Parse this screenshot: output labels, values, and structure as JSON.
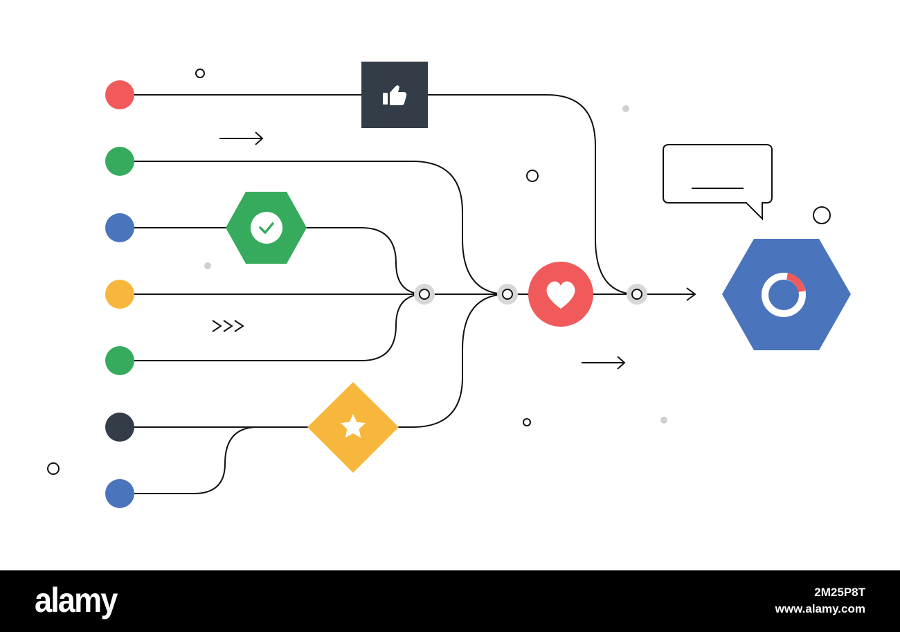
{
  "diagram": {
    "inputs": [
      {
        "color": "#f05a5a"
      },
      {
        "color": "#36ab5e"
      },
      {
        "color": "#4a74bb"
      },
      {
        "color": "#f6b73c"
      },
      {
        "color": "#36ab5e"
      },
      {
        "color": "#333d47"
      },
      {
        "color": "#4a74bb"
      }
    ],
    "nodes": {
      "thumbs_up": {
        "icon": "thumbs-up-icon",
        "color": "#333d47"
      },
      "check": {
        "icon": "check-icon",
        "color": "#36ab5e"
      },
      "star": {
        "icon": "star-icon",
        "color": "#f6b73c"
      },
      "heart": {
        "icon": "heart-icon",
        "color": "#f05a5a"
      },
      "donut": {
        "icon": "donut-chart-icon",
        "color": "#4a74bb"
      }
    },
    "speech_bubble": {
      "icon": "speech-bubble-icon"
    }
  },
  "watermark": {
    "brand": "alamy",
    "image_id": "2M25P8T",
    "site": "www.alamy.com"
  }
}
